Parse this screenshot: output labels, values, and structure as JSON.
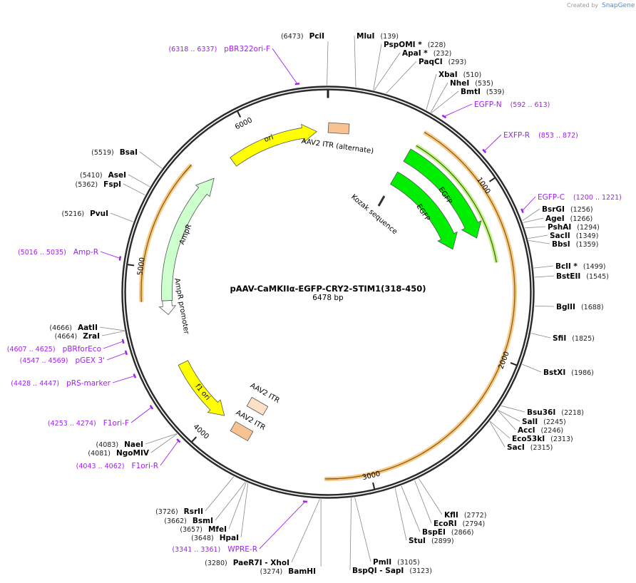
{
  "watermark": {
    "prefix": "Created by",
    "brand": "SnapGene"
  },
  "plasmid": {
    "name": "pAAV-CaMKIIα-EGFP-CRY2-STIM1(318-450)",
    "length_label": "6478 bp",
    "length_bp": 6478
  },
  "ticks": [
    "1000",
    "2000",
    "3000",
    "4000",
    "5000",
    "6000"
  ],
  "features": [
    {
      "label": "ori",
      "color": "#ffff00"
    },
    {
      "label": "AAV2 ITR (alternate)",
      "color": "#f8c291"
    },
    {
      "label": "EGFP",
      "color": "#00ee00"
    },
    {
      "label": "EGFP",
      "color": "#00ee00"
    },
    {
      "label": "Kozak sequence",
      "color": "#333333"
    },
    {
      "label": "AmpR",
      "color": "#ccffcc"
    },
    {
      "label": "AmpR promoter",
      "color": "#ffffff"
    },
    {
      "label": "f1 ori",
      "color": "#ffff00"
    },
    {
      "label": "AAV2 ITR",
      "color": "#fde0c5"
    },
    {
      "label": "AAV2 ITR",
      "color": "#f8c291"
    }
  ],
  "enzymes": [
    {
      "name": "PciI",
      "pos": "(6473)",
      "bp": 6473
    },
    {
      "name": "MluI",
      "pos": "(139)",
      "bp": 139
    },
    {
      "name": "PspOMI *",
      "pos": "(228)",
      "bp": 228
    },
    {
      "name": "ApaI *",
      "pos": "(232)",
      "bp": 232
    },
    {
      "name": "PaqCI",
      "pos": "(293)",
      "bp": 293
    },
    {
      "name": "XbaI",
      "pos": "(510)",
      "bp": 510
    },
    {
      "name": "NheI",
      "pos": "(535)",
      "bp": 535
    },
    {
      "name": "BmtI",
      "pos": "(539)",
      "bp": 539
    },
    {
      "name": "BsrGI",
      "pos": "(1256)",
      "bp": 1256
    },
    {
      "name": "AgeI",
      "pos": "(1266)",
      "bp": 1266
    },
    {
      "name": "PshAI",
      "pos": "(1294)",
      "bp": 1294
    },
    {
      "name": "SacII",
      "pos": "(1349)",
      "bp": 1349
    },
    {
      "name": "BbsI",
      "pos": "(1359)",
      "bp": 1359
    },
    {
      "name": "BclI *",
      "pos": "(1499)",
      "bp": 1499
    },
    {
      "name": "BstEII",
      "pos": "(1545)",
      "bp": 1545
    },
    {
      "name": "BglII",
      "pos": "(1688)",
      "bp": 1688
    },
    {
      "name": "SfiI",
      "pos": "(1825)",
      "bp": 1825
    },
    {
      "name": "BstXI",
      "pos": "(1986)",
      "bp": 1986
    },
    {
      "name": "Bsu36I",
      "pos": "(2218)",
      "bp": 2218
    },
    {
      "name": "SalI",
      "pos": "(2245)",
      "bp": 2245
    },
    {
      "name": "AccI",
      "pos": "(2246)",
      "bp": 2246
    },
    {
      "name": "Eco53kI",
      "pos": "(2313)",
      "bp": 2313
    },
    {
      "name": "SacI",
      "pos": "(2315)",
      "bp": 2315
    },
    {
      "name": "KflI",
      "pos": "(2772)",
      "bp": 2772
    },
    {
      "name": "EcoRI",
      "pos": "(2794)",
      "bp": 2794
    },
    {
      "name": "BspEI",
      "pos": "(2866)",
      "bp": 2866
    },
    {
      "name": "StuI",
      "pos": "(2899)",
      "bp": 2899
    },
    {
      "name": "PmlI",
      "pos": "(3105)",
      "bp": 3105
    },
    {
      "name": "BspQI  - SapI",
      "pos": "(3123)",
      "bp": 3123
    },
    {
      "name": "PaeR7I  - XhoI",
      "pos": "(3280)",
      "bp": 3280
    },
    {
      "name": "BamHI",
      "pos": "(3274)",
      "bp": 3274
    },
    {
      "name": "HpaI",
      "pos": "(3648)",
      "bp": 3648
    },
    {
      "name": "MfeI",
      "pos": "(3657)",
      "bp": 3657
    },
    {
      "name": "BsmI",
      "pos": "(3662)",
      "bp": 3662
    },
    {
      "name": "RsrII",
      "pos": "(3726)",
      "bp": 3726
    },
    {
      "name": "NgoMIV",
      "pos": "(4081)",
      "bp": 4081
    },
    {
      "name": "NaeI",
      "pos": "(4083)",
      "bp": 4083
    },
    {
      "name": "ZraI",
      "pos": "(4664)",
      "bp": 4664
    },
    {
      "name": "AatII",
      "pos": "(4666)",
      "bp": 4666
    },
    {
      "name": "PvuI",
      "pos": "(5216)",
      "bp": 5216
    },
    {
      "name": "FspI",
      "pos": "(5362)",
      "bp": 5362
    },
    {
      "name": "AseI",
      "pos": "(5410)",
      "bp": 5410
    },
    {
      "name": "BsaI",
      "pos": "(5519)",
      "bp": 5519
    }
  ],
  "primers": [
    {
      "name": "pBR322ori-F",
      "range": "(6318 .. 6337)",
      "bp": 6327
    },
    {
      "name": "EGFP-N",
      "range": "(592 .. 613)",
      "bp": 602
    },
    {
      "name": "EXFP-R",
      "range": "(853 .. 872)",
      "bp": 862
    },
    {
      "name": "EGFP-C",
      "range": "(1200 .. 1221)",
      "bp": 1210
    },
    {
      "name": "WPRE-R",
      "range": "(3341 .. 3361)",
      "bp": 3351
    },
    {
      "name": "F1ori-R",
      "range": "(4043 .. 4062)",
      "bp": 4052
    },
    {
      "name": "F1ori-F",
      "range": "(4253 .. 4274)",
      "bp": 4263
    },
    {
      "name": "pRS-marker",
      "range": "(4428 .. 4447)",
      "bp": 4437
    },
    {
      "name": "pGEX 3'",
      "range": "(4547 .. 4569)",
      "bp": 4558
    },
    {
      "name": "pBRforEco",
      "range": "(4607 .. 4625)",
      "bp": 4616
    },
    {
      "name": "Amp-R",
      "range": "(5016 .. 5035)",
      "bp": 5025
    }
  ],
  "colors": {
    "backbone": "#2b2b2b",
    "primer": "#a020f0",
    "orange_arc": "#f5c98a",
    "leader": "#888888"
  }
}
